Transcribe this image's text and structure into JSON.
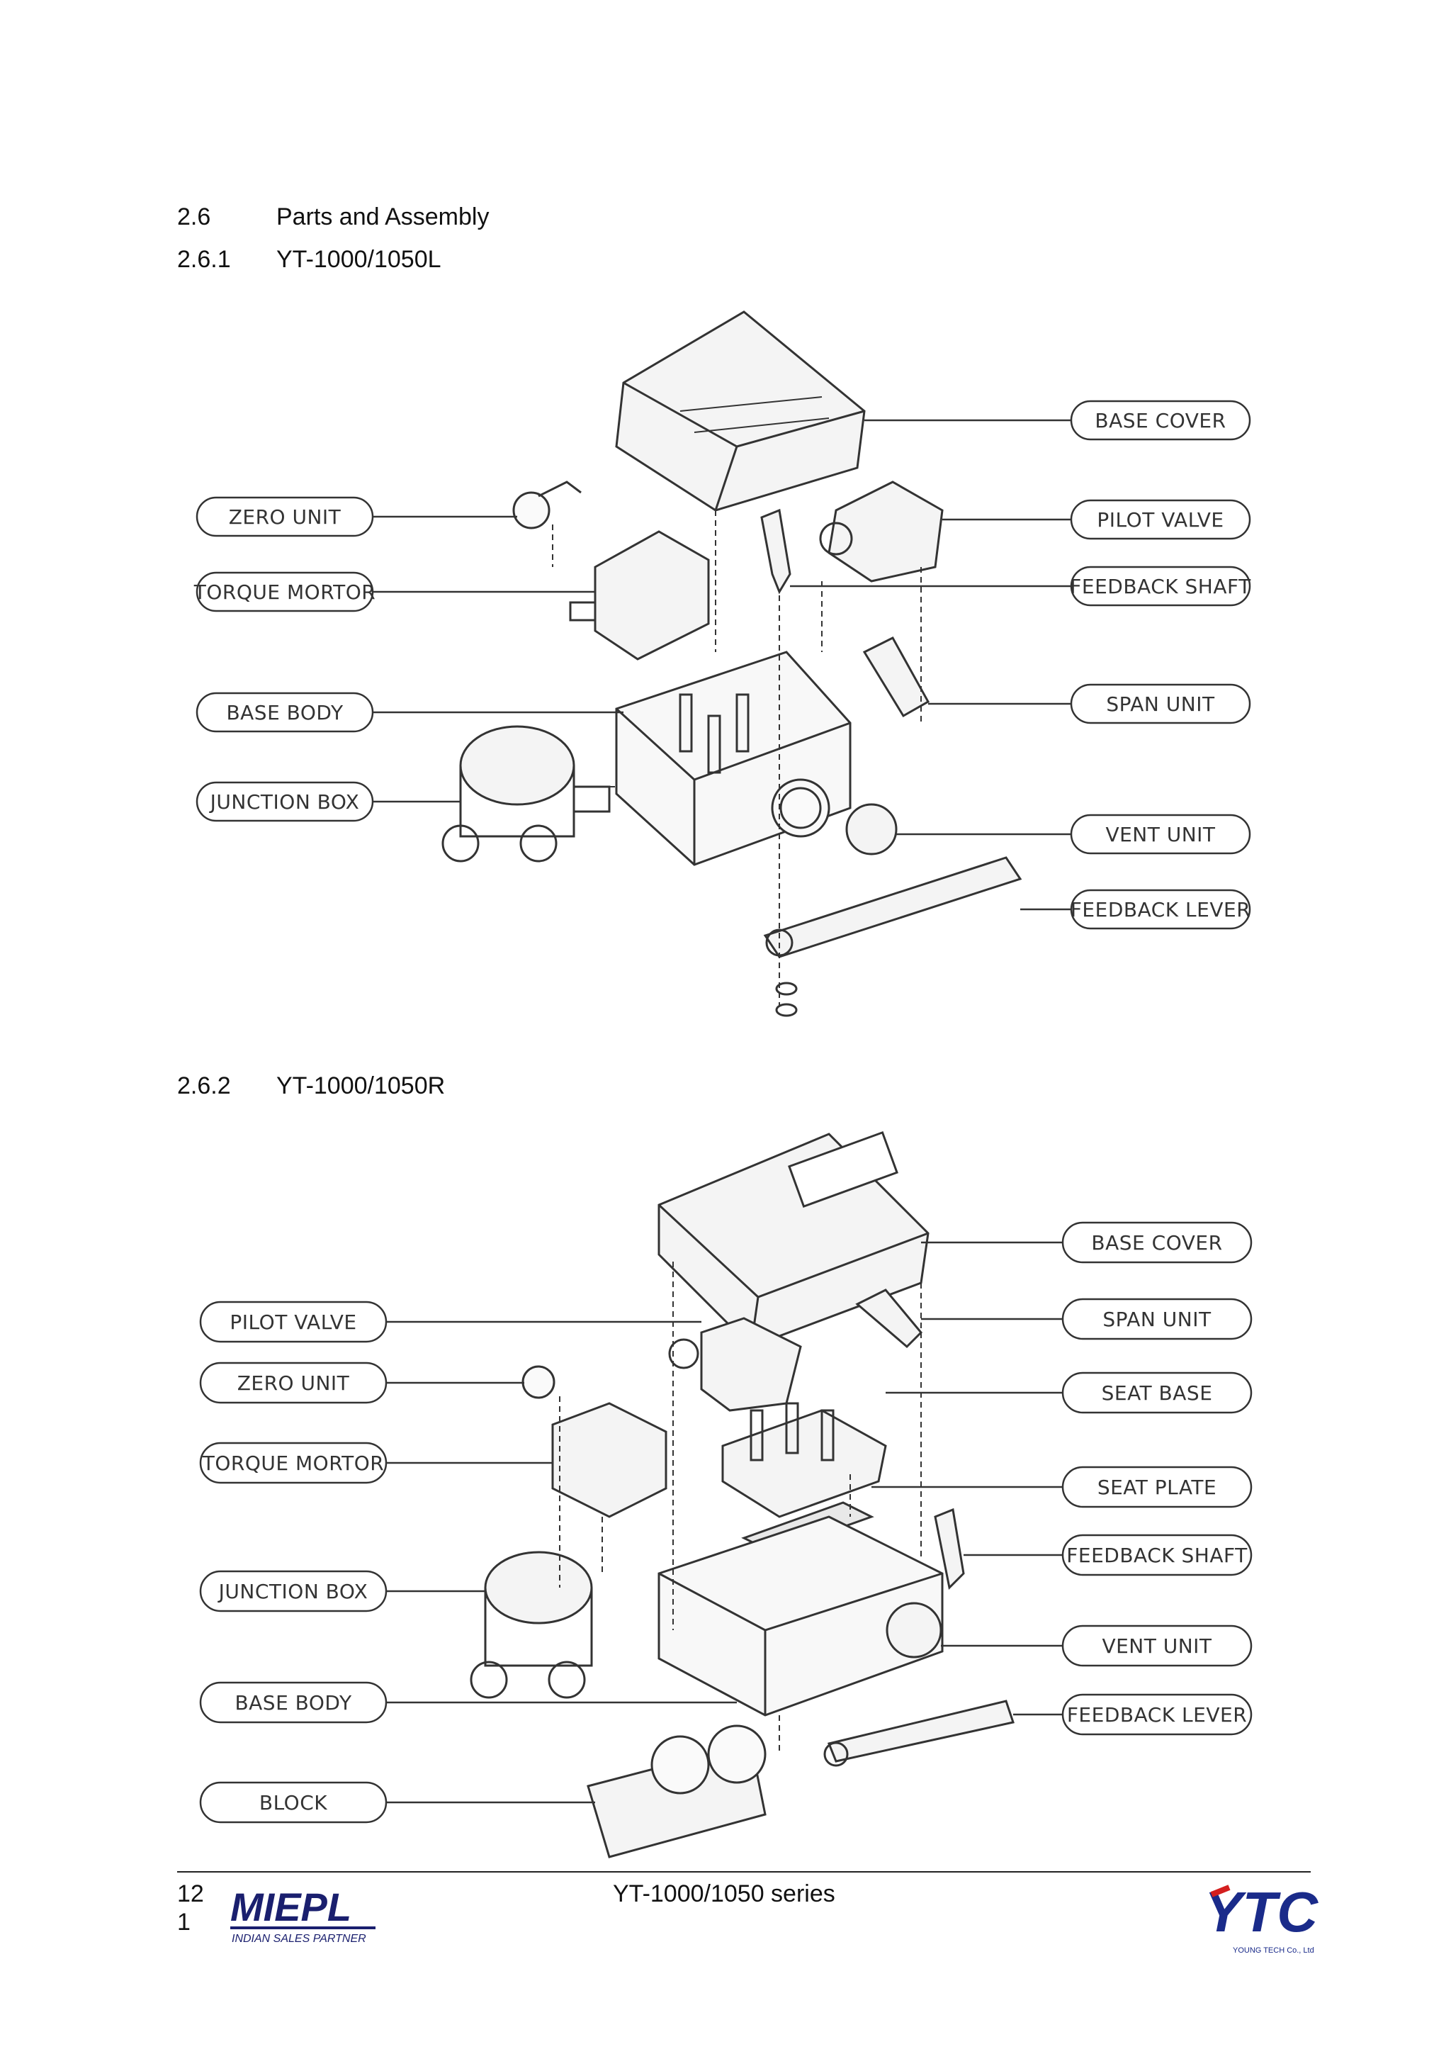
{
  "sections": {
    "main": {
      "number": "2.6",
      "title": "Parts and Assembly"
    },
    "sub1": {
      "number": "2.6.1",
      "title": "YT-1000/1050L"
    },
    "sub2": {
      "number": "2.6.2",
      "title": "YT-1000/1050R"
    }
  },
  "figure1": {
    "labels": {
      "base_cover": "BASE COVER",
      "zero_unit": "ZERO UNIT",
      "pilot_valve": "PILOT VALVE",
      "torque_mortor": "TORQUE MORTOR",
      "feedback_shaft": "FEEDBACK SHAFT",
      "base_body": "BASE BODY",
      "span_unit": "SPAN UNIT",
      "junction_box": "JUNCTION BOX",
      "vent_unit": "VENT UNIT",
      "feedback_lever": "FEEDBACK LEVER"
    }
  },
  "figure2": {
    "labels": {
      "base_cover": "BASE COVER",
      "pilot_valve": "PILOT VALVE",
      "span_unit": "SPAN UNIT",
      "zero_unit": "ZERO UNIT",
      "seat_base": "SEAT BASE",
      "torque_mortor": "TORQUE MORTOR",
      "seat_plate": "SEAT PLATE",
      "feedback_shaft": "FEEDBACK SHAFT",
      "junction_box": "JUNCTION BOX",
      "vent_unit": "VENT UNIT",
      "base_body": "BASE BODY",
      "feedback_lever": "FEEDBACK LEVER",
      "block": "BLOCK"
    }
  },
  "footer": {
    "page_number": "12\n1",
    "series": "YT-1000/1050 series",
    "left_logo_text": "MIEPL",
    "left_logo_tagline": "INDIAN SALES PARTNER",
    "right_logo_text": "YTC",
    "right_logo_tagline": "YOUNG TECH Co., Ltd"
  }
}
